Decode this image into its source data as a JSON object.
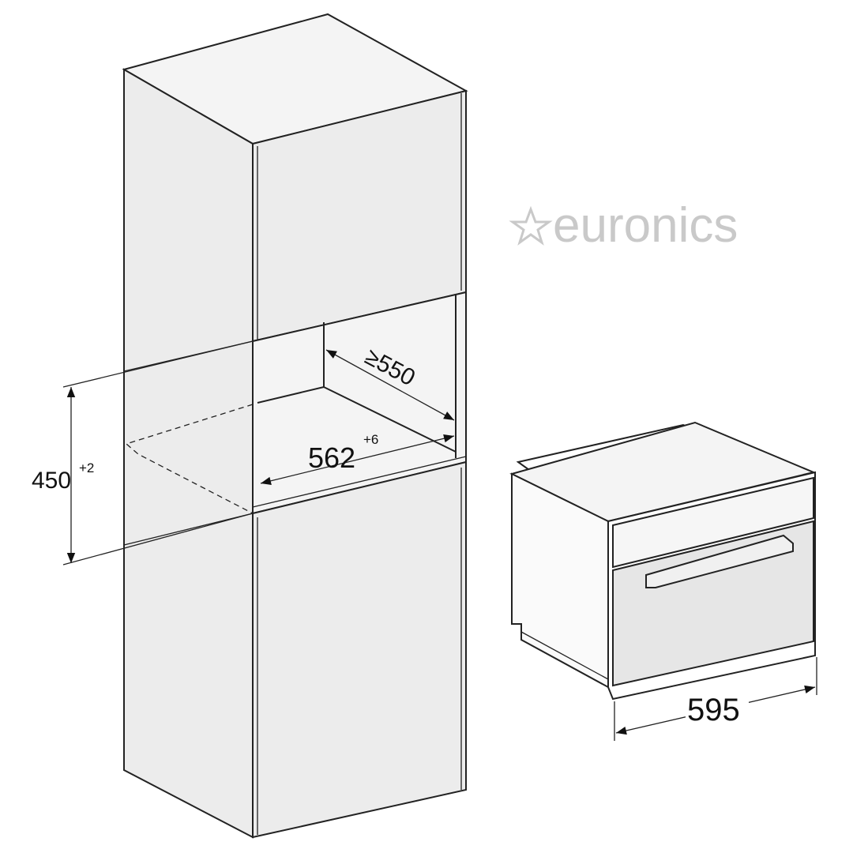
{
  "dimensions": {
    "niche_depth": "≥550",
    "niche_width": "562",
    "niche_width_tolerance": "+6",
    "niche_height": "450",
    "niche_height_tolerance": "+2",
    "appliance_width": "595"
  },
  "watermark": {
    "text": "euronics",
    "icon": "star-icon"
  },
  "colors": {
    "line": "#222222",
    "panel": "#ececec",
    "watermark": "#c9c9c9"
  }
}
